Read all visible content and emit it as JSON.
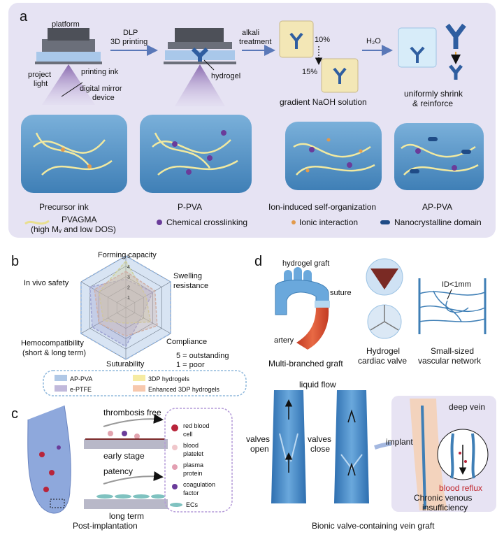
{
  "panel_a": {
    "letter": "a",
    "platform": "platform",
    "printing_ink": "printing ink",
    "project_light_1": "project",
    "project_light_2": "light",
    "dmd_1": "digital mirror",
    "dmd_2": "device",
    "dlp_1": "DLP",
    "dlp_2": "3D printing",
    "hydrogel": "hydrogel",
    "alkali_1": "alkali",
    "alkali_2": "treatment",
    "pct_10": "10%",
    "pct_15": "15%",
    "gradient": "gradient NaOH solution",
    "h2o": "H₂O",
    "shrink_1": "uniformly shrink",
    "shrink_2": "& reinforce",
    "stage_labels": [
      "Precursor ink",
      "P-PVA",
      "Ion-induced self-organization",
      "AP-PVA"
    ],
    "legend_pvagma_1": "PVAGMA",
    "legend_pvagma_2": "(high Mᵥ and low DOS)",
    "legend_chem": "Chemical crosslinking",
    "legend_ionic": "Ionic interaction",
    "legend_nano": "Nanocrystalline domain"
  },
  "panel_b": {
    "letter": "b",
    "axes": [
      "Forming capacity",
      "Swelling",
      "resistance",
      "Compliance",
      "Suturability",
      "Hemocompatibility",
      "(short & long term)",
      "In vivo safety"
    ],
    "ticks": [
      "1",
      "2",
      "3",
      "4",
      "5"
    ],
    "scale_note_1": "5 = outstanding",
    "scale_note_2": "1 = poor",
    "legend": [
      "AP-PVA",
      "3DP hydrogels",
      "e-PTFE",
      "Enhanced 3DP hydrogels"
    ],
    "colors": {
      "ap_pva": "#8fb1dc",
      "threedp": "#f2e27a",
      "eptfe": "#a79bcc",
      "enhanced": "#f3b08a"
    }
  },
  "panel_c": {
    "letter": "c",
    "thrombosis": "thrombosis free",
    "early": "early stage",
    "patency": "patency",
    "long": "long term",
    "legend": [
      "red blood",
      "cell",
      "blood",
      "platelet",
      "plasma",
      "protein",
      "coagulation",
      "factor",
      "ECs"
    ],
    "caption": "Post-implantation"
  },
  "panel_d": {
    "letter": "d",
    "hydrogel_graft": "hydrogel graft",
    "suture": "suture",
    "artery": "artery",
    "multi": "Multi-branched graft",
    "valve_1": "Hydrogel",
    "valve_2": "cardiac valve",
    "id": "ID<1mm",
    "net_1": "Small-sized",
    "net_2": "vascular network",
    "liquid_flow": "liquid flow",
    "valves_open_1": "valves",
    "valves_open_2": "open",
    "valves_close_1": "valves",
    "valves_close_2": "close",
    "implant": "implant",
    "deep_vein": "deep vein",
    "reflux": "blood reflux",
    "cvi_1": "Chronic venous",
    "cvi_2": "insufficiency",
    "caption": "Bionic valve-containing vein graft"
  }
}
